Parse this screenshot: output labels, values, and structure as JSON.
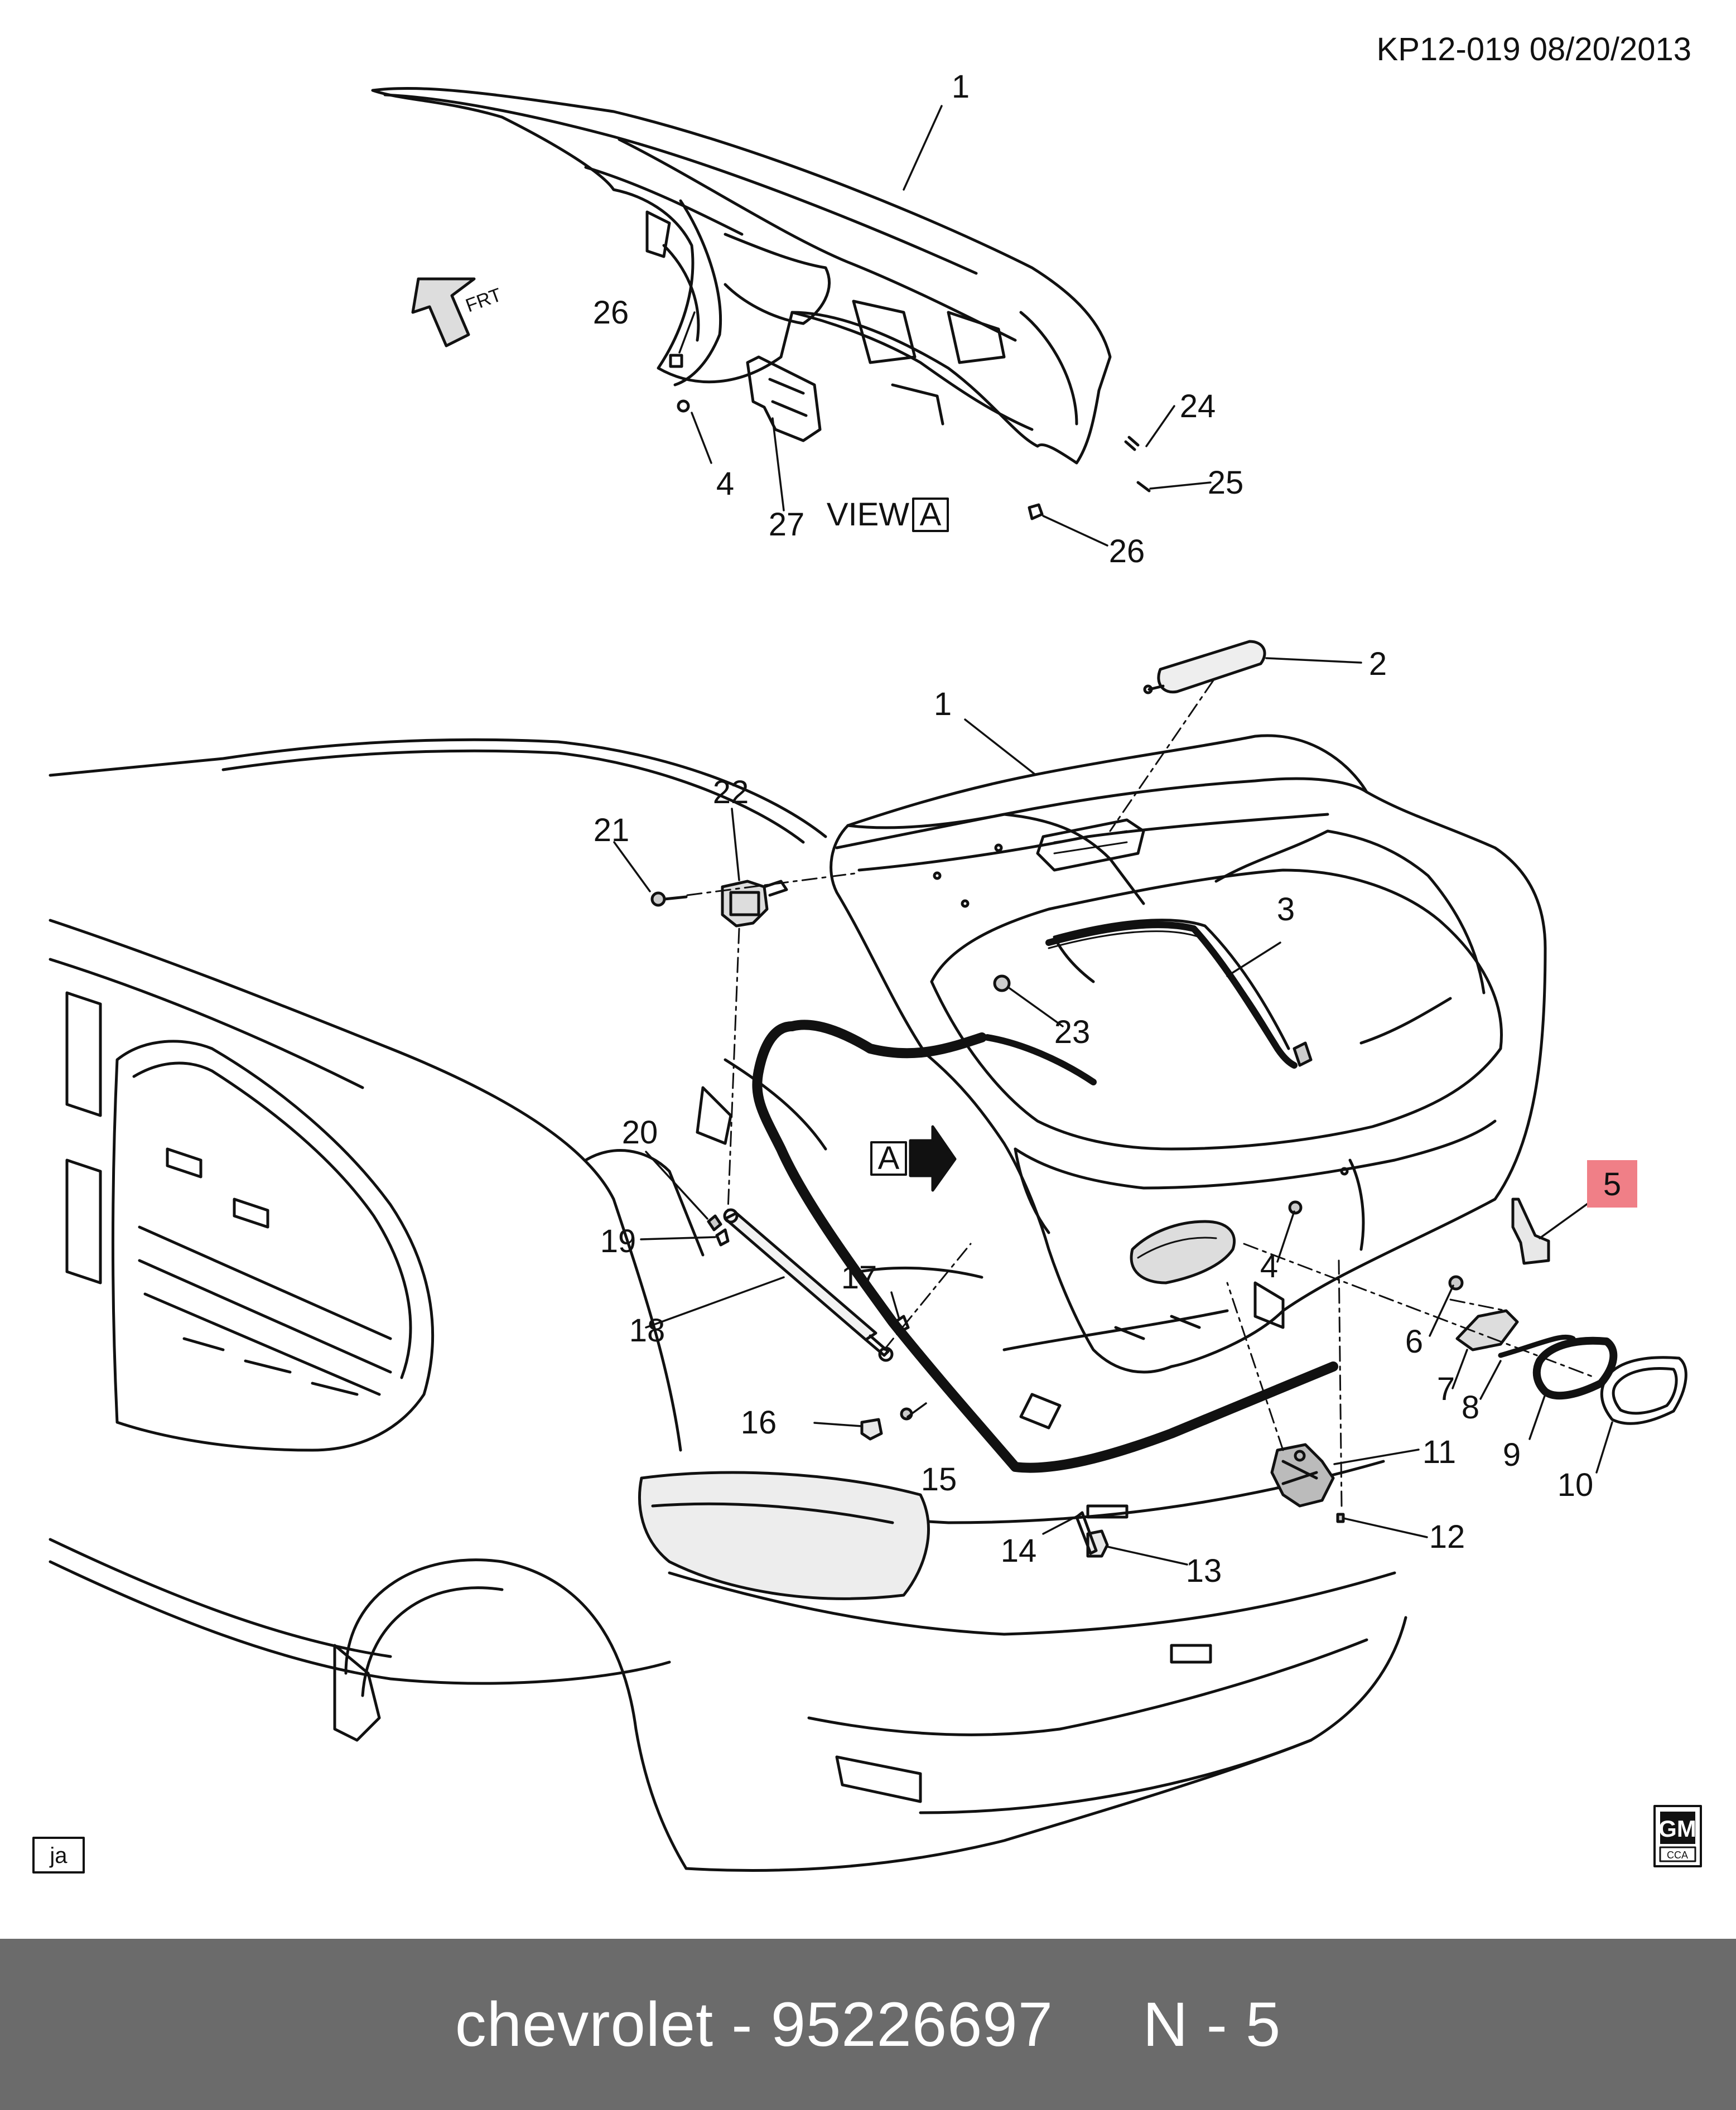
{
  "header": {
    "doc_id": "KP12-019  08/20/2013"
  },
  "view_label": {
    "text": "VIEW",
    "letter": "A"
  },
  "view_marker": {
    "letter": "A"
  },
  "frt_label": "FRT",
  "artist_initials": "ja",
  "logo": {
    "brand": "GM",
    "sub": "CCA"
  },
  "highlight_color": "#f07f87",
  "callouts": {
    "top_1": "1",
    "top_26a": "26",
    "top_4": "4",
    "top_27": "27",
    "top_24": "24",
    "top_25": "25",
    "top_26b": "26",
    "c2": "2",
    "c1": "1",
    "c3": "3",
    "c22": "22",
    "c21": "21",
    "c23": "23",
    "c20": "20",
    "c19": "19",
    "c17": "17",
    "c18": "18",
    "c5": "5",
    "c4": "4",
    "c6": "6",
    "c7": "7",
    "c8": "8",
    "c9": "9",
    "c10": "10",
    "c11": "11",
    "c12": "12",
    "c16": "16",
    "c15": "15",
    "c14": "14",
    "c13": "13"
  },
  "footer": {
    "text": "chevrolet - 95226697     N - 5"
  }
}
